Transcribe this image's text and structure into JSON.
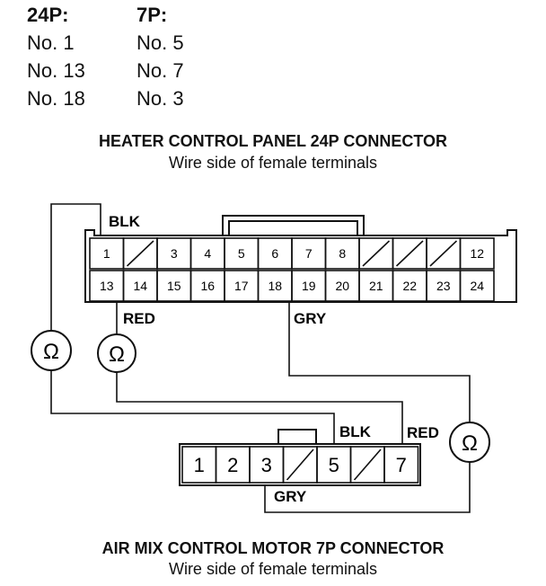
{
  "pin_table": {
    "headers": [
      "24P:",
      "7P:"
    ],
    "rows": [
      [
        "No. 1",
        "No. 5"
      ],
      [
        "No. 13",
        "No. 7"
      ],
      [
        "No. 18",
        "No. 3"
      ]
    ]
  },
  "top_connector": {
    "title": "HEATER CONTROL PANEL 24P CONNECTOR",
    "subtitle": "Wire side of female terminals",
    "row1": [
      "1",
      "",
      "3",
      "4",
      "5",
      "6",
      "7",
      "8",
      "",
      "",
      "",
      "12"
    ],
    "row2": [
      "13",
      "14",
      "15",
      "16",
      "17",
      "18",
      "19",
      "20",
      "21",
      "22",
      "23",
      "24"
    ]
  },
  "bottom_connector": {
    "title": "AIR MIX CONTROL MOTOR 7P CONNECTOR",
    "subtitle": "Wire side of female terminals",
    "pins": [
      "1",
      "2",
      "3",
      "",
      "5",
      "",
      "7"
    ]
  },
  "wires": {
    "blk_top": "BLK",
    "red_top": "RED",
    "gry_top": "GRY",
    "blk_bottom": "BLK",
    "red_bottom": "RED",
    "gry_bottom": "GRY"
  },
  "meter_symbol": "Ω"
}
